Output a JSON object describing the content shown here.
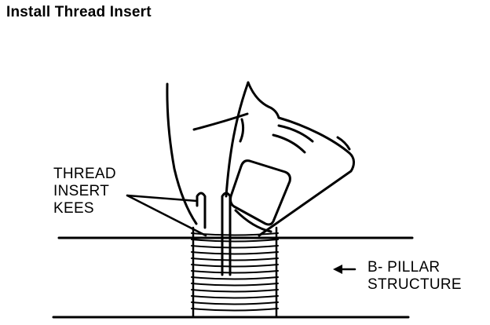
{
  "title": "Install Thread Insert",
  "labels": {
    "keys_line1": "THREAD",
    "keys_line2": "INSERT",
    "keys_line3": "KEES",
    "structure_line1": "B- PILLAR",
    "structure_line2": "STRUCTURE"
  }
}
